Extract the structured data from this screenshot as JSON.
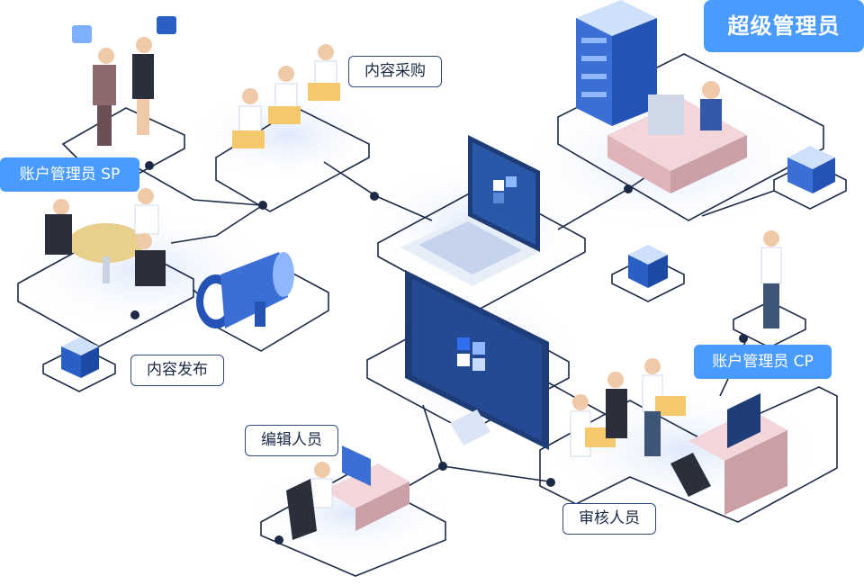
{
  "labels": {
    "super_admin": "超级管理员",
    "account_sp": "账户管理员 SP",
    "content_purchase": "内容采购",
    "content_publish": "内容发布",
    "account_cp": "账户管理员 CP",
    "editor": "编辑人员",
    "reviewer": "审核人员"
  },
  "colors": {
    "accent_blue": "#4a9bff",
    "line_dark": "#1c2a45",
    "label_border": "#2e4a87",
    "desk_pink": "#e8c4c8",
    "screen_navy": "#1d3c78"
  }
}
